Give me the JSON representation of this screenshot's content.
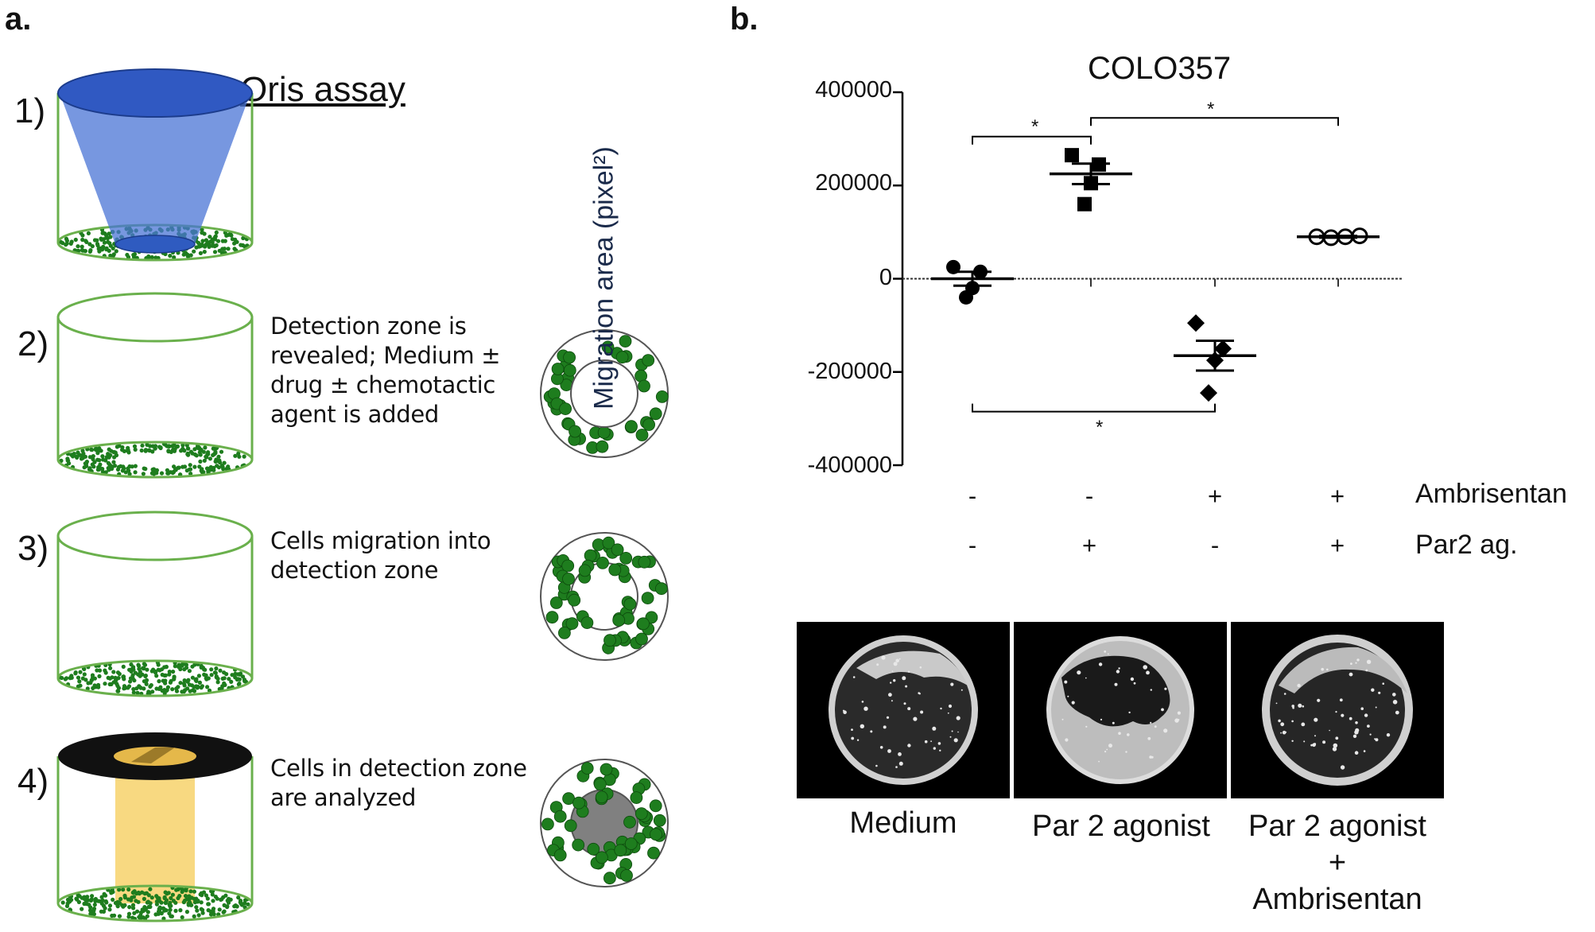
{
  "panel_a": {
    "letter": "a.",
    "title": "Oris assay",
    "steps": [
      {
        "num": "1)",
        "text": []
      },
      {
        "num": "2)",
        "text": [
          "Detection zone is",
          "revealed; Medium ±",
          "drug ± chemotactic",
          "agent is added"
        ]
      },
      {
        "num": "3)",
        "text": [
          "Cells migration into",
          "detection zone"
        ]
      },
      {
        "num": "4)",
        "text": [
          "Cells in detection zone",
          "are analyzed"
        ]
      }
    ],
    "colors": {
      "cell_green": "#1e7d1e",
      "well_outline": "#6ab04c",
      "stopper_blue": "#2f5bc0",
      "light_yellow": "#f7d26b",
      "cap_black": "#111111",
      "detection_gray": "#808080"
    }
  },
  "panel_b": {
    "letter": "b.",
    "row_labels": [
      "Ambrisentan",
      "Par2 ag."
    ],
    "conditions": [
      {
        "ambrisentan": "-",
        "par2": "-"
      },
      {
        "ambrisentan": "-",
        "par2": "+"
      },
      {
        "ambrisentan": "+",
        "par2": "-"
      },
      {
        "ambrisentan": "+",
        "par2": "+"
      }
    ],
    "significance": [
      {
        "from": 0,
        "to": 1,
        "label": "*",
        "side": "top"
      },
      {
        "from": 1,
        "to": 3,
        "label": "*",
        "side": "top"
      },
      {
        "from": 0,
        "to": 2,
        "label": "*",
        "side": "bottom"
      }
    ],
    "image_labels": [
      [
        "Medium"
      ],
      [
        "Par 2 agonist"
      ],
      [
        "Par 2 agonist",
        "+",
        "Ambrisentan"
      ]
    ]
  },
  "chart_data": {
    "type": "scatter",
    "title": "COLO357",
    "ylabel": "Migration area (pixel²)",
    "ylim": [
      -400000,
      400000
    ],
    "yticks": [
      400000,
      200000,
      0,
      -200000,
      -400000
    ],
    "ytick_labels": [
      "400000",
      "200000",
      "0",
      "-200000",
      "-400000"
    ],
    "reference_line": 0,
    "series": [
      {
        "marker": "circle",
        "points": [
          25000,
          15000,
          -20000,
          -40000
        ],
        "mean": 0,
        "sem": 15000
      },
      {
        "marker": "square",
        "points": [
          265000,
          245000,
          205000,
          160000
        ],
        "mean": 225000,
        "sem": 22000
      },
      {
        "marker": "diamond",
        "points": [
          -95000,
          -150000,
          -175000,
          -245000
        ],
        "mean": -165000,
        "sem": 32000
      },
      {
        "marker": "circle-open",
        "points": [
          90000,
          88000,
          90000,
          92000
        ],
        "mean": 90000,
        "sem": 2000
      }
    ]
  }
}
